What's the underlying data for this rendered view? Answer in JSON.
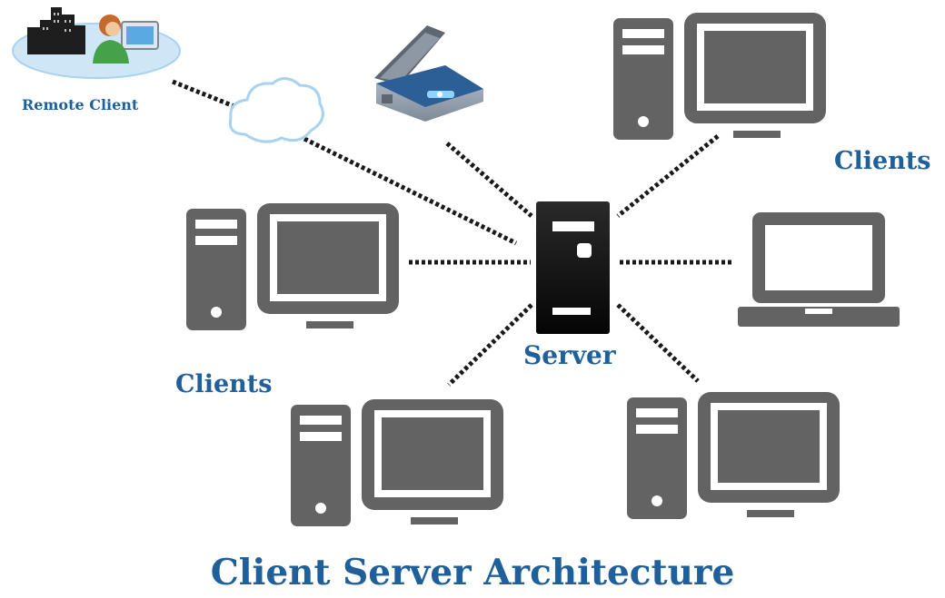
{
  "labels": {
    "remote_client": "Remote Client",
    "clients_right": "Clients",
    "clients_left": "Clients",
    "server": "Server",
    "title": "Client Server Architecture"
  },
  "colors": {
    "device_gray": "#636363",
    "label_blue": "#1f5f9a",
    "server_black": "#111111",
    "connector": "#1a1a1a",
    "cloud_outline": "#a8d3f0",
    "globe_fill": "#cfe6f7"
  },
  "icons": [
    "remote-client-icon",
    "cloud-icon",
    "scanner-icon",
    "server-icon",
    "desktop-computer-icon",
    "laptop-icon"
  ]
}
